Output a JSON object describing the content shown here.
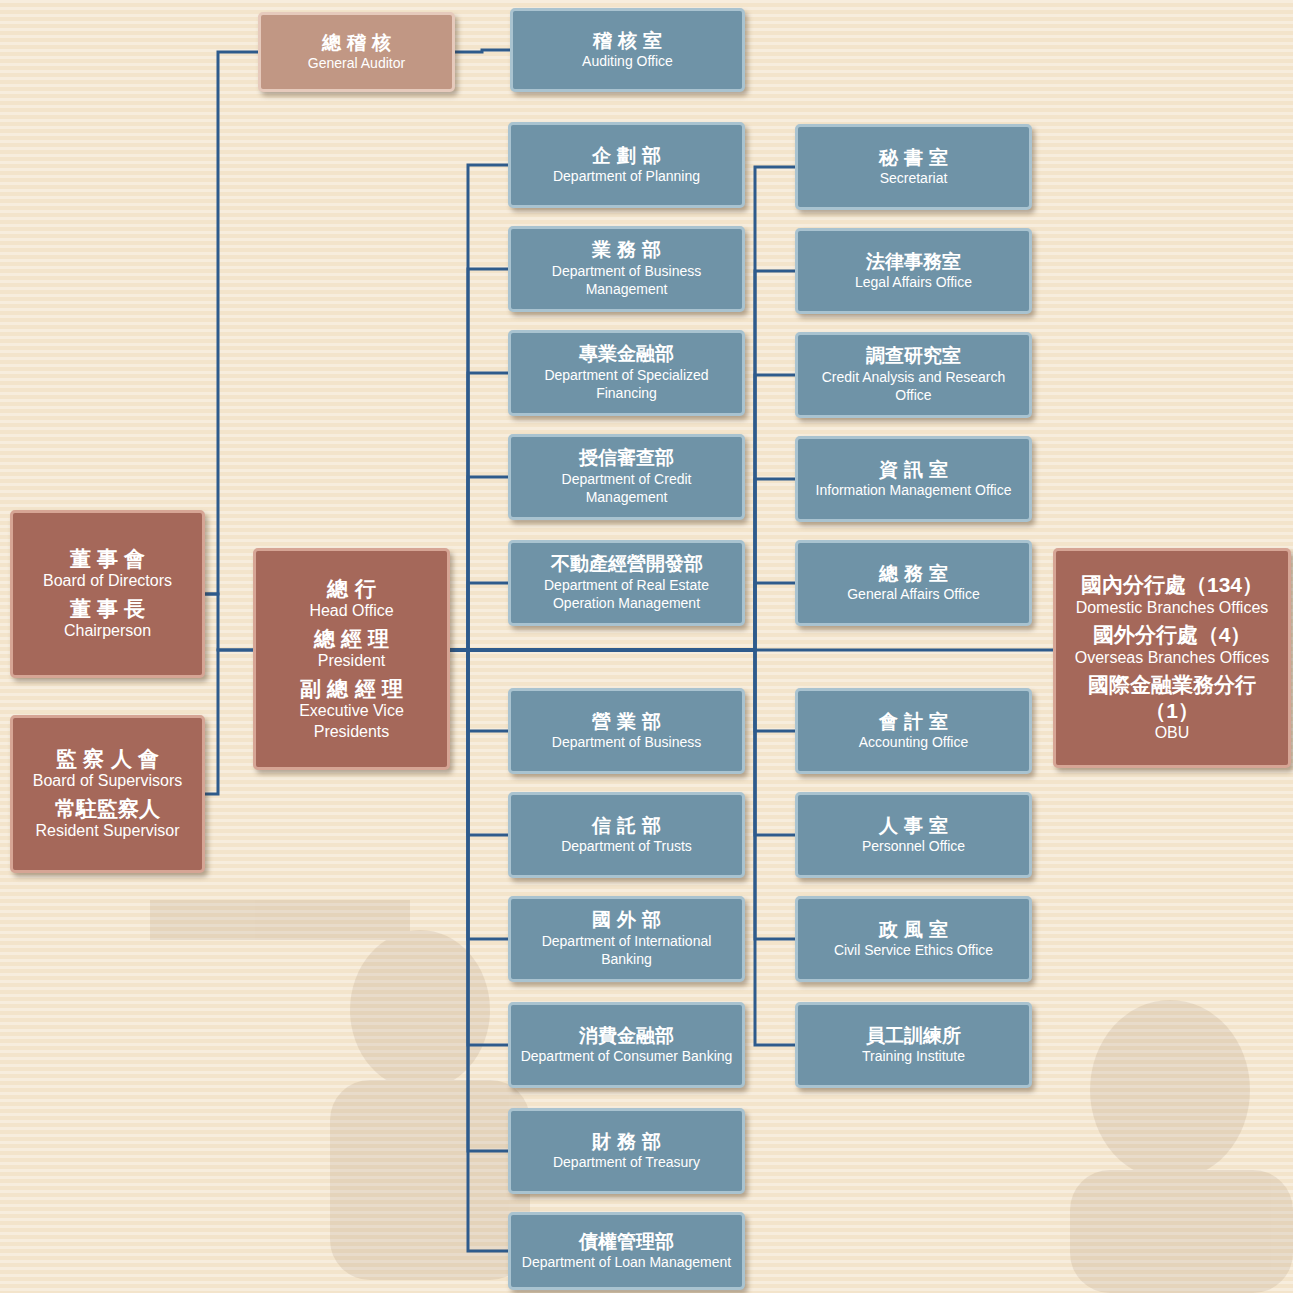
{
  "diagram": {
    "nodes": [
      {
        "text": [
          "董事會",
          "Board of Directors",
          "董事長",
          "Chairperson"
        ]
      },
      {
        "text": [
          "監察人會",
          "Board of Supervisors",
          "常駐監察人",
          "Resident Supervisor"
        ]
      },
      {
        "text": [
          "總稽核",
          "General Auditor"
        ]
      },
      {
        "text": [
          "稽核室",
          "Auditing Office"
        ]
      },
      {
        "text": [
          "總行",
          "Head Office",
          "總經理",
          "President",
          "副總經理",
          "Executive Vice Presidents"
        ]
      },
      {
        "text": [
          "企劃部",
          "Department of Planning"
        ]
      },
      {
        "text": [
          "業務部",
          "Department of Business Management"
        ]
      },
      {
        "text": [
          "專業金融部",
          "Department of Specialized Financing"
        ]
      },
      {
        "text": [
          "授信審查部",
          "Department of Credit Management"
        ]
      },
      {
        "text": [
          "不動產經營開發部",
          "Department of Real Estate Operation Management"
        ]
      },
      {
        "text": [
          "營業部",
          "Department of Business"
        ]
      },
      {
        "text": [
          "信託部",
          "Department of Trusts"
        ]
      },
      {
        "text": [
          "國外部",
          "Department of International Banking"
        ]
      },
      {
        "text": [
          "消費金融部",
          "Department of Consumer Banking"
        ]
      },
      {
        "text": [
          "財務部",
          "Department of Treasury"
        ]
      },
      {
        "text": [
          "債權管理部",
          "Department of Loan Management"
        ]
      },
      {
        "text": [
          "秘書室",
          "Secretariat"
        ]
      },
      {
        "text": [
          "法律事務室",
          "Legal Affairs Office"
        ]
      },
      {
        "text": [
          "調查研究室",
          "Credit Analysis and Research Office"
        ]
      },
      {
        "text": [
          "資訊室",
          "Information Management Office"
        ]
      },
      {
        "text": [
          "總務室",
          "General Affairs Office"
        ]
      },
      {
        "text": [
          "會計室",
          "Accounting Office"
        ]
      },
      {
        "text": [
          "人事室",
          "Personnel Office"
        ]
      },
      {
        "text": [
          "政風室",
          "Civil Service Ethics Office"
        ]
      },
      {
        "text": [
          "員工訓練所",
          "Training Institute"
        ]
      },
      {
        "text": [
          "國內分行處（134）",
          "Domestic Branches Offices",
          "國外分行處（4）",
          "Overseas Branches Offices",
          "國際金融業務分行（1）",
          "OBU"
        ]
      }
    ],
    "edges": [
      {
        "from": 0,
        "to": 2,
        "arrow": "none"
      },
      {
        "from": 0,
        "to": 4,
        "arrow": "none"
      },
      {
        "from": 1,
        "to": 4,
        "arrow": "none"
      },
      {
        "from": 2,
        "to": 3,
        "arrow": "none"
      },
      {
        "from": 4,
        "to": 5,
        "arrow": "none"
      },
      {
        "from": 4,
        "to": 6,
        "arrow": "none"
      },
      {
        "from": 4,
        "to": 7,
        "arrow": "none"
      },
      {
        "from": 4,
        "to": 8,
        "arrow": "none"
      },
      {
        "from": 4,
        "to": 9,
        "arrow": "none"
      },
      {
        "from": 4,
        "to": 10,
        "arrow": "none"
      },
      {
        "from": 4,
        "to": 11,
        "arrow": "none"
      },
      {
        "from": 4,
        "to": 12,
        "arrow": "none"
      },
      {
        "from": 4,
        "to": 13,
        "arrow": "none"
      },
      {
        "from": 4,
        "to": 14,
        "arrow": "none"
      },
      {
        "from": 4,
        "to": 15,
        "arrow": "none"
      },
      {
        "from": 4,
        "to": 16,
        "arrow": "none"
      },
      {
        "from": 4,
        "to": 17,
        "arrow": "none"
      },
      {
        "from": 4,
        "to": 18,
        "arrow": "none"
      },
      {
        "from": 4,
        "to": 19,
        "arrow": "none"
      },
      {
        "from": 4,
        "to": 20,
        "arrow": "none"
      },
      {
        "from": 4,
        "to": 21,
        "arrow": "none"
      },
      {
        "from": 4,
        "to": 22,
        "arrow": "none"
      },
      {
        "from": 4,
        "to": 23,
        "arrow": "none"
      },
      {
        "from": 4,
        "to": 24,
        "arrow": "none"
      },
      {
        "from": 4,
        "to": 25,
        "arrow": "none"
      }
    ]
  }
}
